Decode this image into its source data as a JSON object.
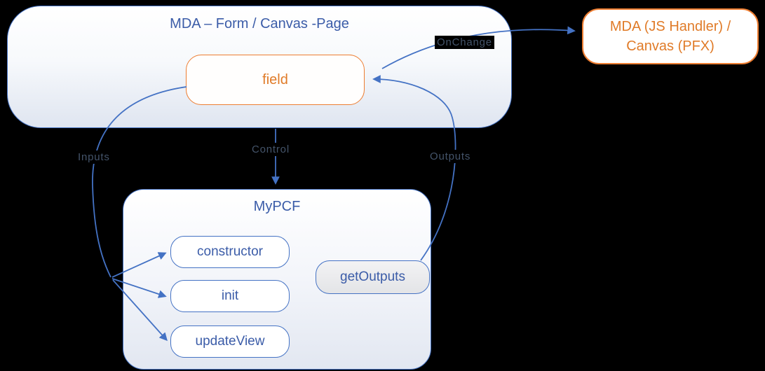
{
  "diagram": {
    "form": {
      "title": "MDA – Form / Canvas -Page",
      "field_label": "field"
    },
    "handler": {
      "line1": "MDA (JS Handler) /",
      "line2": "Canvas (PFX)"
    },
    "pcf": {
      "title": "MyPCF",
      "boxes": [
        {
          "label": "constructor"
        },
        {
          "label": "init"
        },
        {
          "label": "updateView"
        },
        {
          "label": "getOutputs"
        }
      ]
    },
    "labels": {
      "onchange": "OnChange",
      "control": "Control",
      "inputs": "Inputs",
      "outputs": "Outputs"
    },
    "colors": {
      "arrow_blue": "#4472C4",
      "text_blue": "#3B5CA8",
      "orange": "#ED7D31",
      "flow_label": "#44546A",
      "background": "#000000"
    }
  }
}
